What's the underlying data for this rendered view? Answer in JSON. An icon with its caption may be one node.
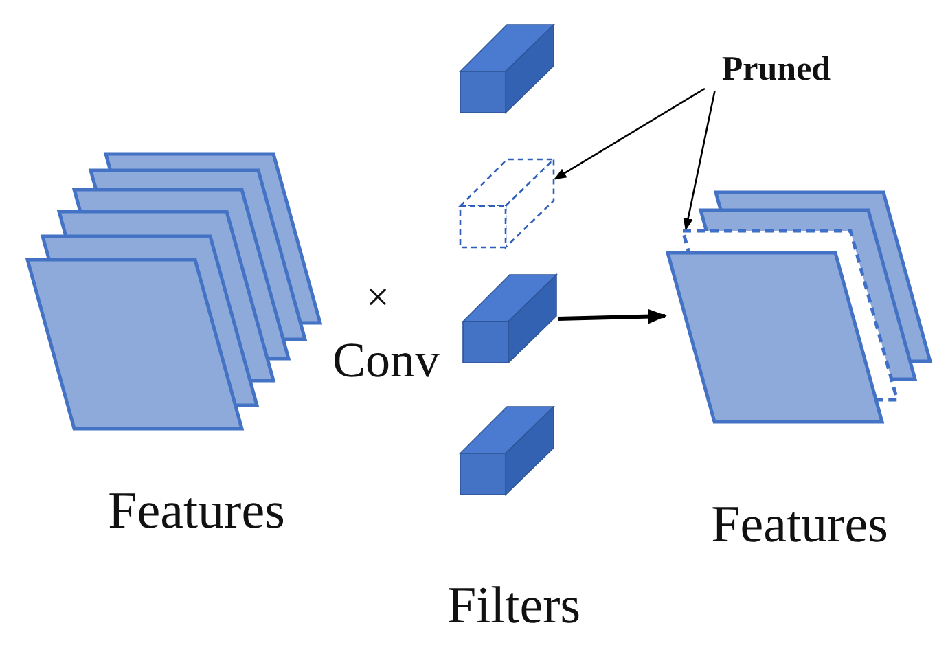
{
  "diagram": {
    "nodes": [
      {
        "text": [
          "Pruned"
        ]
      },
      {
        "text": [
          "Features"
        ]
      },
      {
        "text": [],
        "shape": "box"
      },
      {
        "text": [],
        "shape": "box"
      },
      {
        "text": [],
        "shape": "box"
      },
      {
        "text": [],
        "shape": "box"
      },
      {
        "text": [
          "Features"
        ]
      },
      {
        "text": [],
        "shape": "box"
      }
    ],
    "edges": [
      {
        "from": 0,
        "to": 3,
        "arrow": "to"
      },
      {
        "from": 0,
        "to": 7,
        "arrow": "to"
      },
      {
        "from": 4,
        "to": 6,
        "arrow": "to",
        "style": "thick"
      }
    ],
    "labels": [
      "×",
      "Conv",
      "Filters"
    ]
  }
}
